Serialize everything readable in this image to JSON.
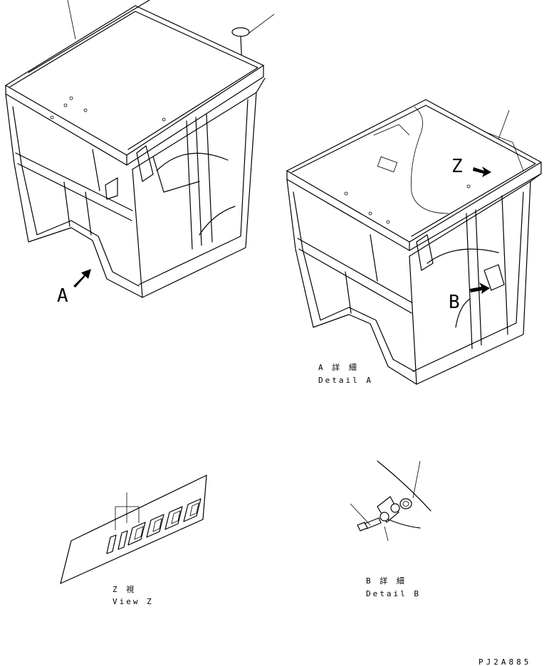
{
  "labels": {
    "view_a_arrow": "A",
    "view_z_arrow": "Z",
    "view_b_arrow": "B"
  },
  "captions": {
    "detail_a_jp": "A 詳 細",
    "detail_a_en": "Detail A",
    "view_z_jp": "Z 視",
    "view_z_en": "View Z",
    "detail_b_jp": "B 詳 細",
    "detail_b_en": "Detail B"
  },
  "drawing_code": "PJ2A885"
}
